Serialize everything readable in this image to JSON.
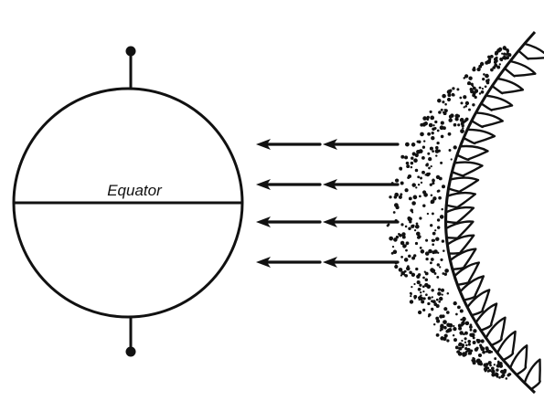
{
  "diagram": {
    "earth": {
      "label": "Equator"
    },
    "colors": {
      "ink": "#111111",
      "background": "#ffffff"
    },
    "sun_rays": {
      "count": 4,
      "direction": "toward-earth"
    }
  }
}
